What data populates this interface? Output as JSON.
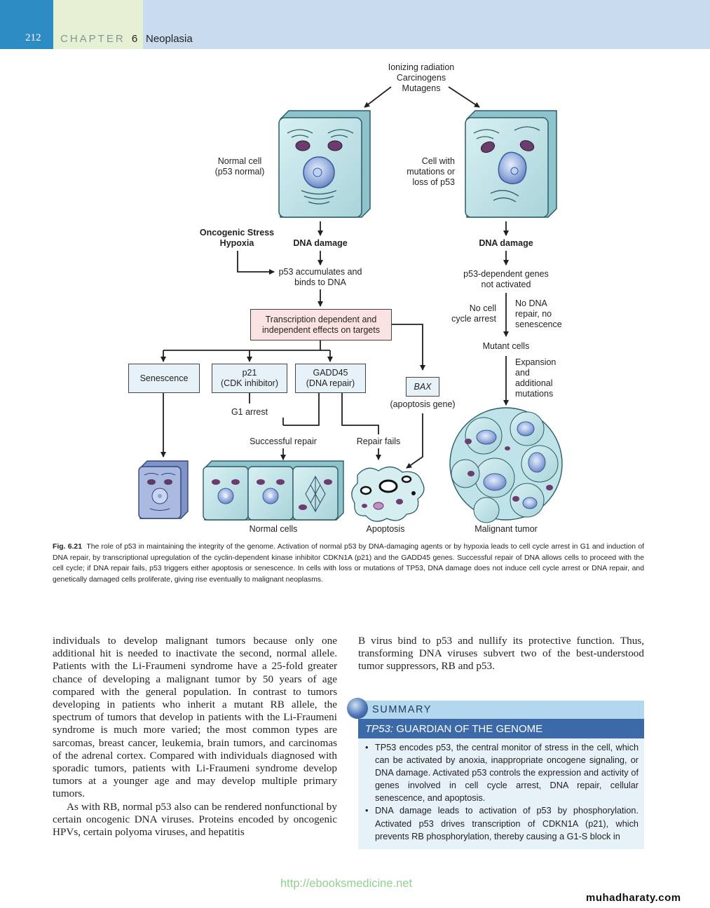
{
  "header": {
    "page_number": "212",
    "chapter_label": "CHAPTER",
    "chapter_number": "6",
    "chapter_title": "Neoplasia"
  },
  "figure": {
    "stimulus": [
      "Ionizing radiation",
      "Carcinogens",
      "Mutagens"
    ],
    "normal_cell_label": [
      "Normal cell",
      "(p53 normal)"
    ],
    "mutant_cell_label": [
      "Cell with",
      "mutations or",
      "loss of p53"
    ],
    "oncogenic_stress": [
      "Oncogenic Stress",
      "Hypoxia"
    ],
    "dna_damage_left": "DNA damage",
    "dna_damage_right": "DNA damage",
    "p53_accumulates": [
      "p53 accumulates and",
      "binds to DNA"
    ],
    "transcription_box": [
      "Transcription dependent and",
      "independent effects on targets"
    ],
    "p53_genes_not_activated": [
      "p53-dependent genes",
      "not activated"
    ],
    "no_cell_cycle_arrest": [
      "No cell",
      "cycle arrest"
    ],
    "no_dna_repair": [
      "No DNA",
      "repair, no",
      "senescence"
    ],
    "mutant_cells": "Mutant cells",
    "expansion": [
      "Expansion",
      "and",
      "additional",
      "mutations"
    ],
    "senescence_box": "Senescence",
    "p21_box": [
      "p21",
      "(CDK inhibitor)"
    ],
    "gadd45_box": [
      "GADD45",
      "(DNA repair)"
    ],
    "bax_box": "BAX",
    "apoptosis_gene": "(apoptosis gene)",
    "g1_arrest": "G1 arrest",
    "successful_repair": "Successful repair",
    "repair_fails": "Repair fails",
    "normal_cells": "Normal cells",
    "apoptosis": "Apoptosis",
    "malignant_tumor": "Malignant tumor"
  },
  "caption": {
    "label": "Fig. 6.21",
    "text": "The role of p53 in maintaining the integrity of the genome. Activation of normal p53 by DNA-damaging agents or by hypoxia leads to cell cycle arrest in G1 and induction of DNA repair, by transcriptional upregulation of the cyclin-dependent kinase inhibitor CDKN1A (p21) and the GADD45 genes. Successful repair of DNA allows cells to proceed with the cell cycle; if DNA repair fails, p53 triggers either apoptosis or senescence. In cells with loss or mutations of TP53, DNA damage does not induce cell cycle arrest or DNA repair, and genetically damaged cells proliferate, giving rise eventually to malignant neoplasms."
  },
  "body": {
    "left_p1": "individuals to develop malignant tumors because only one additional hit is needed to inactivate the second, normal allele. Patients with the Li-Fraumeni syndrome have a 25-fold greater chance of developing a malignant tumor by 50 years of age compared with the general population. In contrast to tumors developing in patients who inherit a mutant RB allele, the spectrum of tumors that develop in patients with the Li-Fraumeni syndrome is much more varied; the most common types are sarcomas, breast cancer, leukemia, brain tumors, and carcinomas of the adrenal cortex. Compared with individuals diagnosed with sporadic tumors, patients with Li-Fraumeni syndrome develop tumors at a younger age and may develop multiple primary tumors.",
    "left_p2": "As with RB, normal p53 also can be rendered nonfunctional by certain oncogenic DNA viruses. Proteins encoded by oncogenic HPVs, certain polyoma viruses, and hepatitis",
    "right_p1": "B virus bind to p53 and nullify its protective function. Thus, transforming DNA viruses subvert two of the best-understood tumor suppressors, RB and p53."
  },
  "summary": {
    "heading": "SUMMARY",
    "title_gene": "TP53:",
    "title_rest": "GUARDIAN OF THE GENOME",
    "bullets": [
      "TP53 encodes p53, the central monitor of stress in the cell, which can be activated by anoxia, inappropriate oncogene signaling, or DNA damage. Activated p53 controls the expression and activity of genes involved in cell cycle arrest, DNA repair, cellular senescence, and apoptosis.",
      "DNA damage leads to activation of p53 by phosphorylation. Activated p53 drives transcription of CDKN1A (p21), which prevents RB phosphorylation, thereby causing a G1-S block in"
    ]
  },
  "footer": {
    "url": "http://ebooksmedicine.net",
    "brand": "muhadharaty.com"
  },
  "colors": {
    "header_bar": "#c9dcee",
    "page_number_tab": "#2e8cc4",
    "chapter_tab": "#e6f0d2",
    "cell_fill": "#c6e6ea",
    "nucleus": "#9bb3e0",
    "mitochondria": "#6b3d6e",
    "summary_bg": "#e6f1f8",
    "summary_title_bar": "#3c6aa8"
  }
}
